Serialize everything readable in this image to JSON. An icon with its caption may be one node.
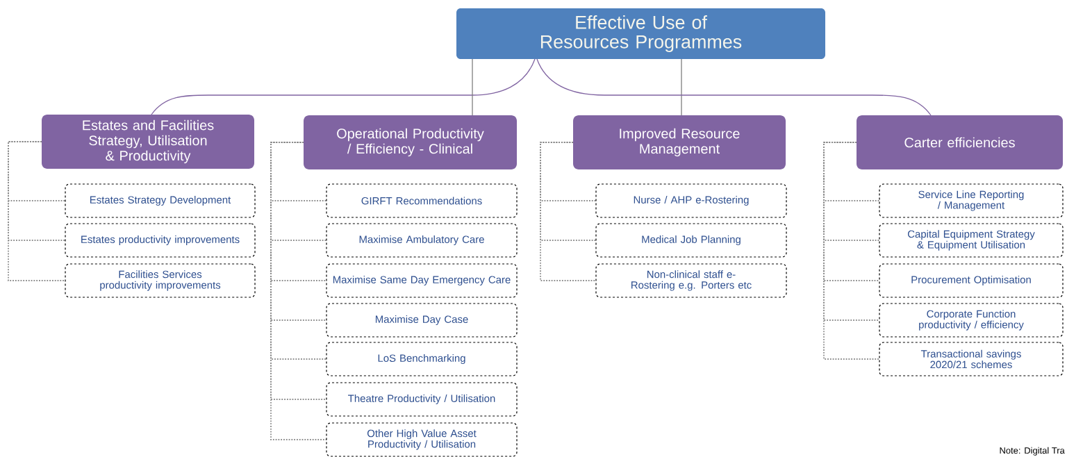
{
  "diagram": {
    "nodes": [
      {
        "text": [
          "Effective Use of Resources Programmes"
        ]
      },
      {
        "text": [
          "Estates and Facilities Strategy, Utilisation & Productivity"
        ]
      },
      {
        "text": [
          "Operational Productivity / Efficiency - Clinical"
        ]
      },
      {
        "text": [
          "Improved Resource Management"
        ]
      },
      {
        "text": [
          "Carter efficiencies"
        ]
      },
      {
        "text": [
          "Estates Strategy Development"
        ]
      },
      {
        "text": [
          "Estates productivity improvements"
        ]
      },
      {
        "text": [
          "Facilities Services productivity improvements"
        ]
      },
      {
        "text": [
          "GIRFT Recommendations"
        ]
      },
      {
        "text": [
          "Maximise Ambulatory Care"
        ]
      },
      {
        "text": [
          "Maximise Same Day Emergency Care"
        ]
      },
      {
        "text": [
          "Maximise Day Case"
        ]
      },
      {
        "text": [
          "LoS Benchmarking"
        ]
      },
      {
        "text": [
          "Theatre Productivity / Utilisation"
        ]
      },
      {
        "text": [
          "Other High Value Asset Productivity / Utilisation"
        ]
      },
      {
        "text": [
          "Nurse / AHP e-Rostering"
        ]
      },
      {
        "text": [
          "Medical Job Planning"
        ]
      },
      {
        "text": [
          "Non-clinical staff e-Rostering e.g. Porters etc"
        ]
      },
      {
        "text": [
          "Service Line Reporting / Management"
        ]
      },
      {
        "text": [
          "Capital Equipment Strategy & Equipment Utilisation"
        ]
      },
      {
        "text": [
          "Procurement Optimisation"
        ]
      },
      {
        "text": [
          "Corporate Function productivity / efficiency"
        ]
      },
      {
        "text": [
          "Transactional savings 2020/21 schemes"
        ]
      }
    ],
    "edges": [
      {
        "from": 0,
        "to": 1,
        "arrow": "none",
        "color": "#8064a2"
      },
      {
        "from": 0,
        "to": 2,
        "arrow": "none",
        "color": "#7f7f7f"
      },
      {
        "from": 0,
        "to": 3,
        "arrow": "none",
        "color": "#7f7f7f"
      },
      {
        "from": 0,
        "to": 4,
        "arrow": "none",
        "color": "#8064a2"
      },
      {
        "from": 1,
        "to": 5,
        "arrow": "none",
        "style": "dashed"
      },
      {
        "from": 1,
        "to": 6,
        "arrow": "none",
        "style": "dashed"
      },
      {
        "from": 1,
        "to": 7,
        "arrow": "none",
        "style": "dashed"
      },
      {
        "from": 2,
        "to": 8,
        "arrow": "none",
        "style": "dashed"
      },
      {
        "from": 2,
        "to": 9,
        "arrow": "none",
        "style": "dashed"
      },
      {
        "from": 2,
        "to": 10,
        "arrow": "none",
        "style": "dashed"
      },
      {
        "from": 2,
        "to": 11,
        "arrow": "none",
        "style": "dashed"
      },
      {
        "from": 2,
        "to": 12,
        "arrow": "none",
        "style": "dashed"
      },
      {
        "from": 2,
        "to": 13,
        "arrow": "none",
        "style": "dashed"
      },
      {
        "from": 2,
        "to": 14,
        "arrow": "none",
        "style": "dashed"
      },
      {
        "from": 3,
        "to": 15,
        "arrow": "none",
        "style": "dashed"
      },
      {
        "from": 3,
        "to": 16,
        "arrow": "none",
        "style": "dashed"
      },
      {
        "from": 3,
        "to": 17,
        "arrow": "none",
        "style": "dashed"
      },
      {
        "from": 4,
        "to": 18,
        "arrow": "none",
        "style": "dashed"
      },
      {
        "from": 4,
        "to": 19,
        "arrow": "none",
        "style": "dashed"
      },
      {
        "from": 4,
        "to": 20,
        "arrow": "none",
        "style": "dashed"
      },
      {
        "from": 4,
        "to": 21,
        "arrow": "none",
        "style": "dashed"
      },
      {
        "from": 4,
        "to": 22,
        "arrow": "none",
        "style": "dashed"
      }
    ],
    "labels": [
      "Note: Digital Tra"
    ]
  }
}
